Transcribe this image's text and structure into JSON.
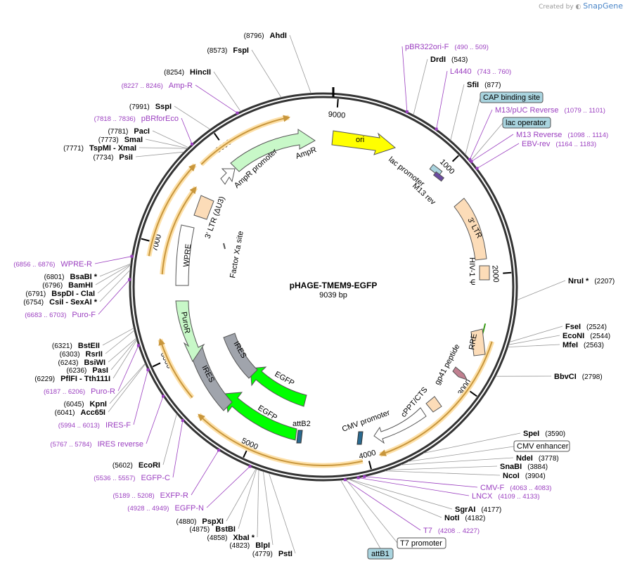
{
  "brand": {
    "created_by": "Created by",
    "product": "SnapGene"
  },
  "plasmid": {
    "name": "pHAGE-TMEM9-EGFP",
    "length_text": "9039 bp",
    "length": 9039
  },
  "ticks": [
    {
      "pos": 1000,
      "label": "1000"
    },
    {
      "pos": 2000,
      "label": "2000"
    },
    {
      "pos": 3000,
      "label": "3000"
    },
    {
      "pos": 4000,
      "label": "4000"
    },
    {
      "pos": 5000,
      "label": "5000"
    },
    {
      "pos": 6000,
      "label": "6000"
    },
    {
      "pos": 7000,
      "label": "7000"
    },
    {
      "pos": 8000,
      "label": "8000"
    },
    {
      "pos": 9000,
      "label": "9000"
    }
  ],
  "enzymes_right": [
    {
      "pos": 543,
      "name": "DrdI",
      "coord": "(543)"
    },
    {
      "pos": 877,
      "name": "SfiI",
      "coord": "(877)"
    },
    {
      "pos": 2207,
      "name": "NruI *",
      "coord": "(2207)"
    },
    {
      "pos": 2524,
      "name": "FseI",
      "coord": "(2524)"
    },
    {
      "pos": 2544,
      "name": "EcoNI",
      "coord": "(2544)"
    },
    {
      "pos": 2563,
      "name": "MfeI",
      "coord": "(2563)"
    },
    {
      "pos": 2798,
      "name": "BbvCI",
      "coord": "(2798)"
    },
    {
      "pos": 3590,
      "name": "SpeI",
      "coord": "(3590)"
    },
    {
      "pos": 3778,
      "name": "NdeI",
      "coord": "(3778)"
    },
    {
      "pos": 3884,
      "name": "SnaBI",
      "coord": "(3884)"
    },
    {
      "pos": 3904,
      "name": "NcoI",
      "coord": "(3904)"
    },
    {
      "pos": 4177,
      "name": "SgrAI",
      "coord": "(4177)"
    },
    {
      "pos": 4182,
      "name": "NotI",
      "coord": "(4182)"
    }
  ],
  "enzymes_left": [
    {
      "pos": 8796,
      "name": "AhdI",
      "coord": "(8796)"
    },
    {
      "pos": 8573,
      "name": "FspI",
      "coord": "(8573)"
    },
    {
      "pos": 8254,
      "name": "HincII",
      "coord": "(8254)"
    },
    {
      "pos": 7991,
      "name": "SspI",
      "coord": "(7991)"
    },
    {
      "pos": 7781,
      "name": "PacI",
      "coord": "(7781)"
    },
    {
      "pos": 7773,
      "name": "SmaI",
      "coord": "(7773)"
    },
    {
      "pos": 7771,
      "name": "TspMI  - XmaI",
      "coord": "(7771)"
    },
    {
      "pos": 7734,
      "name": "PsiI",
      "coord": "(7734)"
    },
    {
      "pos": 6801,
      "name": "BsaBI *",
      "coord": "(6801)"
    },
    {
      "pos": 6796,
      "name": "BamHI",
      "coord": "(6796)"
    },
    {
      "pos": 6791,
      "name": "BspDI  - ClaI",
      "coord": "(6791)"
    },
    {
      "pos": 6754,
      "name": "CsiI  - SexAI *",
      "coord": "(6754)"
    },
    {
      "pos": 6321,
      "name": "BstEII",
      "coord": "(6321)"
    },
    {
      "pos": 6303,
      "name": "RsrII",
      "coord": "(6303)"
    },
    {
      "pos": 6243,
      "name": "BsiWI",
      "coord": "(6243)"
    },
    {
      "pos": 6236,
      "name": "PasI",
      "coord": "(6236)"
    },
    {
      "pos": 6229,
      "name": "PflFI  - Tth111I",
      "coord": "(6229)"
    },
    {
      "pos": 6045,
      "name": "KpnI",
      "coord": "(6045)"
    },
    {
      "pos": 6041,
      "name": "Acc65I",
      "coord": "(6041)"
    },
    {
      "pos": 5602,
      "name": "EcoRI",
      "coord": "(5602)"
    },
    {
      "pos": 4880,
      "name": "PspXI",
      "coord": "(4880)"
    },
    {
      "pos": 4875,
      "name": "BstBI",
      "coord": "(4875)"
    },
    {
      "pos": 4858,
      "name": "XbaI *",
      "coord": "(4858)"
    },
    {
      "pos": 4823,
      "name": "BlpI",
      "coord": "(4823)"
    },
    {
      "pos": 4779,
      "name": "PstI",
      "coord": "(4779)"
    }
  ],
  "primers_right": [
    {
      "pos": 490,
      "name": "pBR322ori-F",
      "coord": "(490 .. 509)"
    },
    {
      "pos": 743,
      "name": "L4440",
      "coord": "(743 .. 760)"
    },
    {
      "pos": 1079,
      "name": "M13/pUC Reverse",
      "coord": "(1079 .. 1101)"
    },
    {
      "pos": 1098,
      "name": "M13 Reverse",
      "coord": "(1098 .. 1114)"
    },
    {
      "pos": 1164,
      "name": "EBV-rev",
      "coord": "(1164 .. 1183)"
    },
    {
      "pos": 4063,
      "name": "CMV-F",
      "coord": "(4063 .. 4083)"
    },
    {
      "pos": 4109,
      "name": "LNCX",
      "coord": "(4109 .. 4133)"
    },
    {
      "pos": 4208,
      "name": "T7",
      "coord": "(4208 .. 4227)"
    }
  ],
  "primers_left": [
    {
      "pos": 8227,
      "name": "Amp-R",
      "coord": "(8227 .. 8246)"
    },
    {
      "pos": 7818,
      "name": "pBRforEco",
      "coord": "(7818 .. 7836)"
    },
    {
      "pos": 6856,
      "name": "WPRE-R",
      "coord": "(6856 .. 6876)"
    },
    {
      "pos": 6683,
      "name": "Puro-F",
      "coord": "(6683 .. 6703)"
    },
    {
      "pos": 6187,
      "name": "Puro-R",
      "coord": "(6187 .. 6206)"
    },
    {
      "pos": 5994,
      "name": "IRES-F",
      "coord": "(5994 .. 6013)"
    },
    {
      "pos": 5767,
      "name": "IRES reverse",
      "coord": "(5767 .. 5784)"
    },
    {
      "pos": 5536,
      "name": "EGFP-C",
      "coord": "(5536 .. 5557)"
    },
    {
      "pos": 5189,
      "name": "EXFP-R",
      "coord": "(5189 .. 5208)"
    },
    {
      "pos": 4928,
      "name": "EGFP-N",
      "coord": "(4928 .. 4949)"
    }
  ],
  "boxed_features": [
    {
      "name": "CAP binding site",
      "color": "#a9d4df"
    },
    {
      "name": "lac operator",
      "color": "#a9d4df"
    },
    {
      "name": "CMV enhancer",
      "color": "#ffffff"
    },
    {
      "name": "T7 promoter",
      "color": "#ffffff"
    },
    {
      "name": "attB1",
      "color": "#a9d4df"
    }
  ],
  "features": [
    {
      "name": "ori",
      "color": "#ffff00"
    },
    {
      "name": "AmpR",
      "color": "#c8f8c8"
    },
    {
      "name": "AmpR promoter",
      "color": "#ffffff"
    },
    {
      "name": "lac promoter",
      "color": "#ffffff"
    },
    {
      "name": "M13 rev",
      "color": "#ffffff"
    },
    {
      "name": "3' LTR",
      "color": "#fcdcb8"
    },
    {
      "name": "HIV-1 Ψ",
      "color": "#fcdcb8"
    },
    {
      "name": "RRE",
      "color": "#fcdcb8"
    },
    {
      "name": "gp41 peptide",
      "color": "#c08090"
    },
    {
      "name": "cPPT/CTS",
      "color": "#fcdcb8"
    },
    {
      "name": "CMV promoter",
      "color": "#ffffff"
    },
    {
      "name": "attB2",
      "color": "#a9d4df"
    },
    {
      "name": "EGFP",
      "color": "#00ff00"
    },
    {
      "name": "IRES",
      "color": "#a0a4ac"
    },
    {
      "name": "PuroR",
      "color": "#c8f8c8"
    },
    {
      "name": "WPRE",
      "color": "#ffffff"
    },
    {
      "name": "3' LTR (ΔU3)",
      "color": "#fcdcb8"
    },
    {
      "name": "Factor Xa site",
      "color": "#ffffff"
    }
  ],
  "colors": {
    "orf_arrow": "#c8963c",
    "orf_glow": "#fde0a8",
    "primer": "#9b3fc0"
  }
}
